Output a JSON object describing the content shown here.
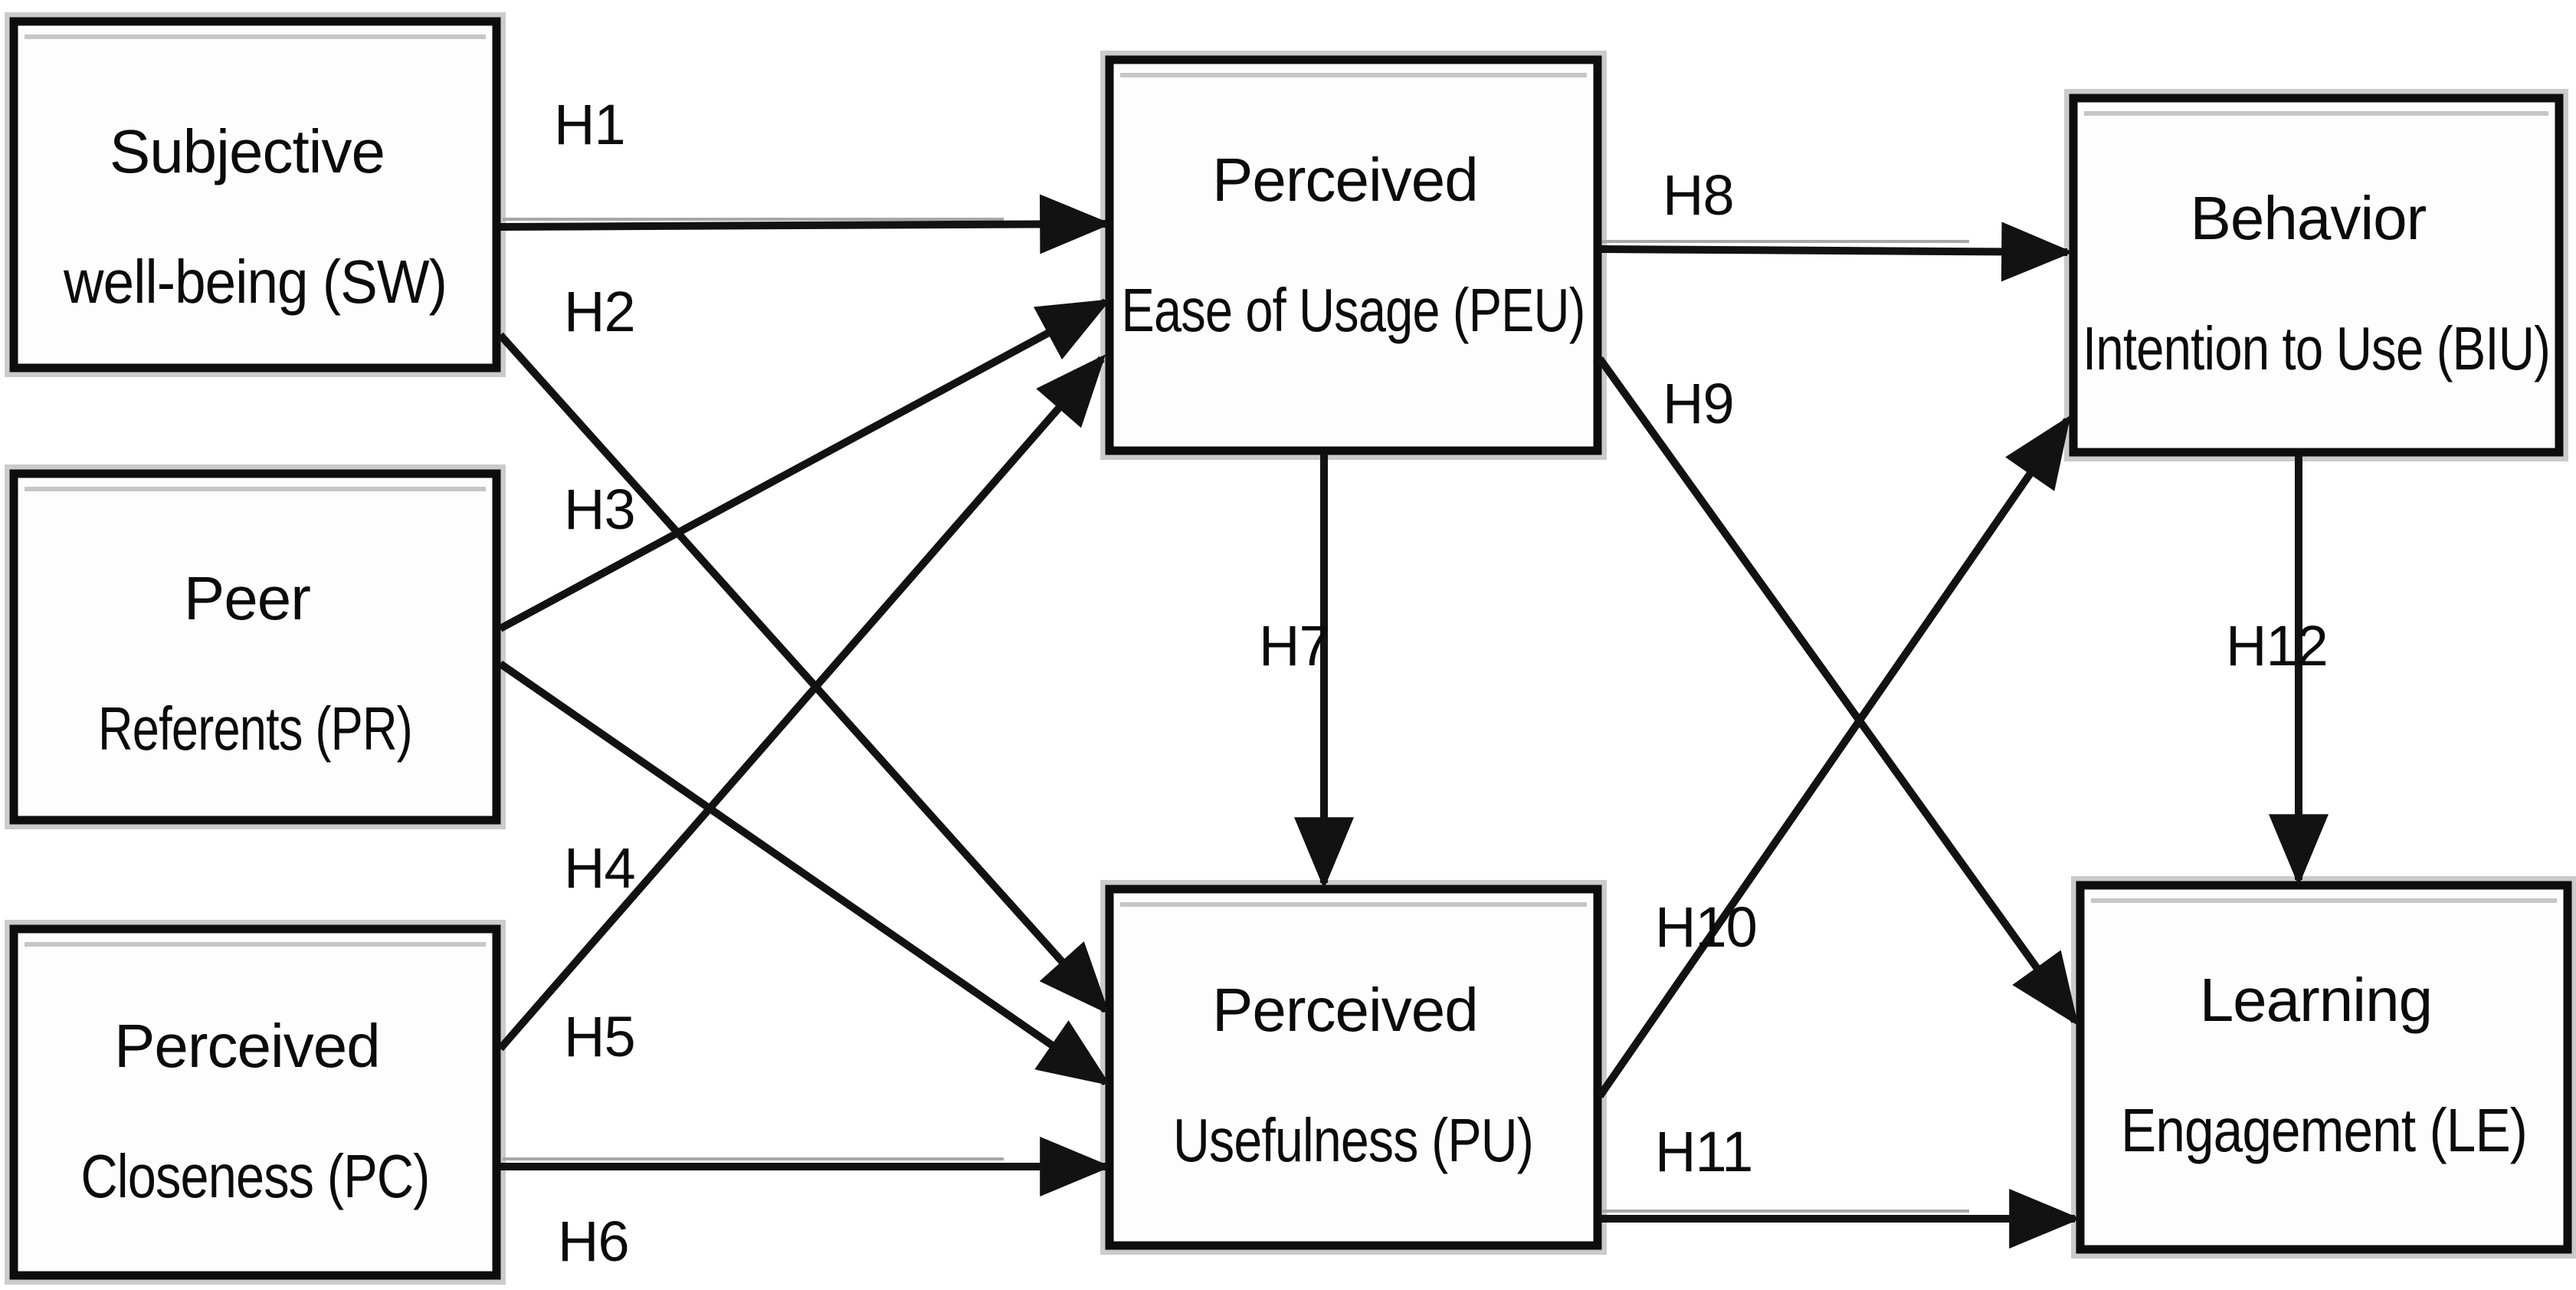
{
  "diagram": {
    "boxes": {
      "sw": {
        "line1": "Subjective",
        "line2": "well-being (SW)"
      },
      "pr": {
        "line1": "Peer",
        "line2": "Referents (PR)"
      },
      "pc": {
        "line1": "Perceived",
        "line2": "Closeness (PC)"
      },
      "peu": {
        "line1": "Perceived",
        "line2": "Ease of Usage (PEU)"
      },
      "pu": {
        "line1": "Perceived",
        "line2": "Usefulness (PU)"
      },
      "biu": {
        "line1": "Behavior",
        "line2": "Intention to Use (BIU)"
      },
      "le": {
        "line1": "Learning",
        "line2": "Engagement (LE)"
      }
    },
    "hypothesis_labels": {
      "h1": "H1",
      "h2": "H2",
      "h3": "H3",
      "h4": "H4",
      "h5": "H5",
      "h6": "H6",
      "h7": "H7",
      "h8": "H8",
      "h9": "H9",
      "h10": "H10",
      "h11": "H11",
      "h12": "H12"
    },
    "edges": [
      {
        "label": "H1",
        "from": "SW",
        "to": "PEU"
      },
      {
        "label": "H2",
        "from": "SW",
        "to": "PU"
      },
      {
        "label": "H3",
        "from": "PR",
        "to": "PEU"
      },
      {
        "label": "H4",
        "from": "PR",
        "to": "PU"
      },
      {
        "label": "H5",
        "from": "PC",
        "to": "PEU"
      },
      {
        "label": "H6",
        "from": "PC",
        "to": "PU"
      },
      {
        "label": "H7",
        "from": "PEU",
        "to": "PU"
      },
      {
        "label": "H8",
        "from": "PEU",
        "to": "BIU"
      },
      {
        "label": "H9",
        "from": "PEU",
        "to": "LE"
      },
      {
        "label": "H10",
        "from": "PU",
        "to": "BIU"
      },
      {
        "label": "H11",
        "from": "PU",
        "to": "LE"
      },
      {
        "label": "H12",
        "from": "BIU",
        "to": "LE"
      }
    ],
    "colors": {
      "background": "#ffffff",
      "line": "#121212",
      "box_border": "#0d0d0d",
      "box_fill": "#fdfdfd",
      "box_shadow": "#cbcbcb",
      "text": "#0b0b0b"
    }
  }
}
